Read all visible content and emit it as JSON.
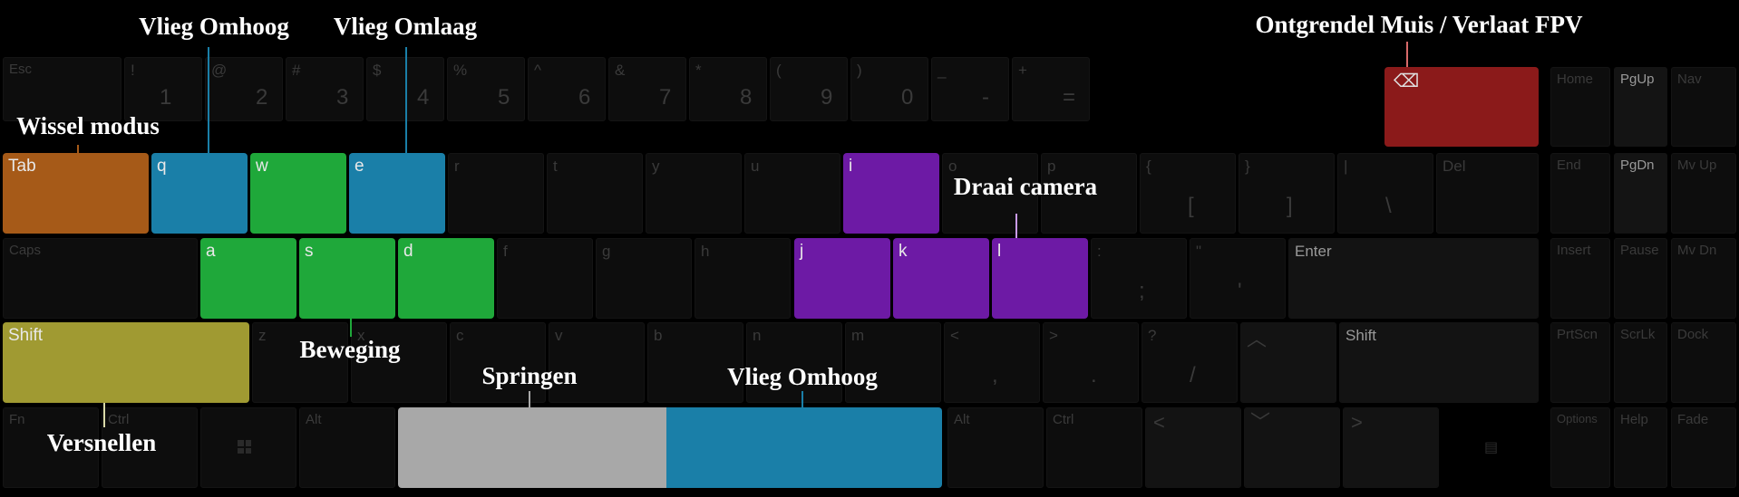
{
  "colors": {
    "orange": "#a65a18",
    "blue": "#1a7fa8",
    "green": "#1fa83a",
    "purple": "#6d1aa5",
    "yellow": "#a09a32",
    "grey": "#a8a8a8",
    "red": "#8b1a1a"
  },
  "annotations": {
    "fly_up": "Vlieg Omhoog",
    "fly_down": "Vlieg Omlaag",
    "toggle_mode": "Wissel modus",
    "unlock_mouse": "Ontgrendel Muis / Verlaat FPV",
    "rotate_camera": "Draai camera",
    "movement": "Beweging",
    "accelerate": "Versnellen",
    "jump": "Springen",
    "fly_up_space": "Vlieg Omhoog"
  },
  "keys": {
    "esc": "Esc",
    "num1_shift": "!",
    "num1": "1",
    "num2_shift": "@",
    "num2": "2",
    "num3_shift": "#",
    "num3": "3",
    "num4_shift": "$",
    "num4": "4",
    "num5_shift": "%",
    "num5": "5",
    "num6_shift": "^",
    "num6": "6",
    "num7_shift": "&",
    "num7": "7",
    "num8_shift": "*",
    "num8": "8",
    "num9_shift": "(",
    "num9": "9",
    "num0_shift": ")",
    "num0": "0",
    "minus_shift": "_",
    "minus": "-",
    "equals_shift": "+",
    "equals": "=",
    "home": "Home",
    "pgup": "PgUp",
    "nav": "Nav",
    "tab": "Tab",
    "q": "q",
    "w": "w",
    "e": "e",
    "r": "r",
    "t": "t",
    "y": "y",
    "u": "u",
    "i": "i",
    "o": "o",
    "p": "p",
    "lbracket_shift": "{",
    "lbracket": "[",
    "rbracket_shift": "}",
    "rbracket": "]",
    "bslash_shift": "|",
    "bslash": "\\",
    "del": "Del",
    "end": "End",
    "pgdn": "PgDn",
    "mvup": "Mv Up",
    "caps": "Caps",
    "a": "a",
    "s": "s",
    "d": "d",
    "f": "f",
    "g": "g",
    "h": "h",
    "j": "j",
    "k": "k",
    "l": "l",
    "semicolon_shift": ":",
    "semicolon": ";",
    "quote_shift": "\"",
    "quote": "'",
    "enter": "Enter",
    "insert": "Insert",
    "pause": "Pause",
    "mvdn": "Mv Dn",
    "shift": "Shift",
    "z": "z",
    "x": "x",
    "c": "c",
    "v": "v",
    "b": "b",
    "n": "n",
    "m": "m",
    "comma_shift": "<",
    "comma": ",",
    "period_shift": ">",
    "period": ".",
    "slash_shift": "?",
    "slash": "/",
    "shift_right": "Shift",
    "prtscn": "PrtScn",
    "scrlk": "ScrLk",
    "dock": "Dock",
    "fn": "Fn",
    "ctrl": "Ctrl",
    "alt": "Alt",
    "alt_right": "Alt",
    "ctrl_right": "Ctrl",
    "options": "Options",
    "help": "Help",
    "fade": "Fade"
  }
}
